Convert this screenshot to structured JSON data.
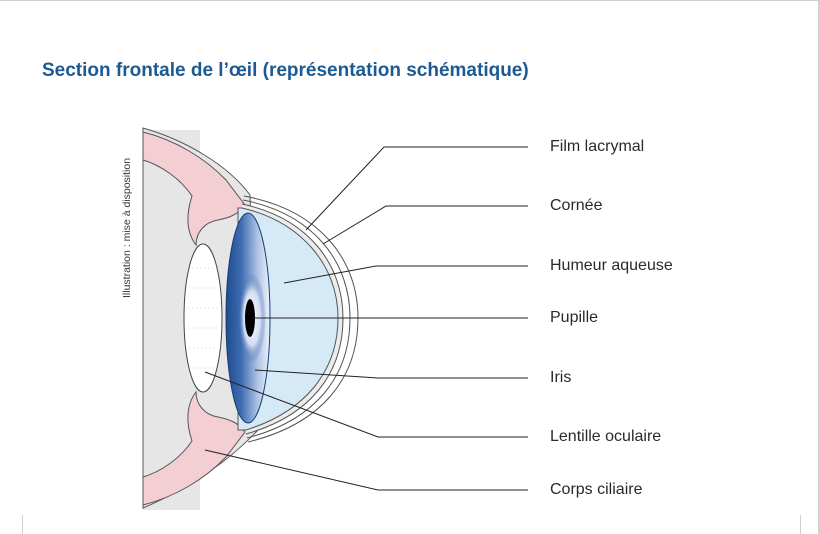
{
  "title": "Section frontale de l’œil (représentation schématique)",
  "credit": "Illustration : mise à disposition",
  "labels": {
    "tear_film": "Film lacrymal",
    "cornea": "Cornée",
    "aqueous_humor": "Humeur aqueuse",
    "pupil": "Pupille",
    "iris": "Iris",
    "lens": "Lentille oculaire",
    "ciliary_body": "Corps ciliaire"
  },
  "colors": {
    "title": "#1c5a94",
    "aqueous": "#d6e9f6",
    "iris_dark": "#1f4c8c",
    "iris_light": "#eef3fb",
    "ciliary": "#f3cfd3",
    "sclera": "#e6e6e6",
    "leader_lines": "#222222"
  }
}
